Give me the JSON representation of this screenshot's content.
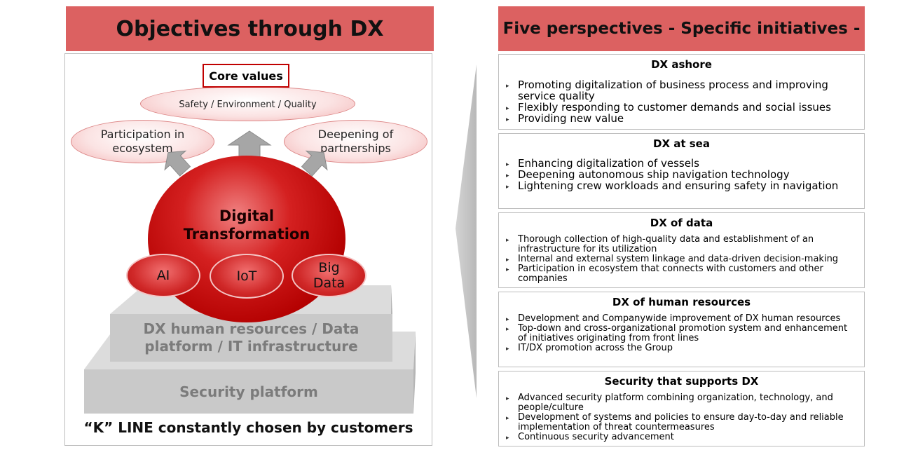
{
  "left": {
    "header": "Objectives through DX",
    "core_values_label": "Core values",
    "core_values_text": "Safety / Environment / Quality",
    "left_ellipse": "Participation in ecosystem",
    "right_ellipse": "Deepening of partnerships",
    "center": "Digital Transformation",
    "technologies": [
      "AI",
      "IoT",
      "Big Data"
    ],
    "upper_platform": "DX human resources / Data platform / IT infrastructure",
    "lower_platform": "Security platform",
    "tagline": "“K” LINE constantly chosen by customers"
  },
  "right": {
    "header": "Five perspectives - Specific initiatives -",
    "perspectives": [
      {
        "title": "DX ashore",
        "items": [
          "Promoting digitalization of business process and improving service quality",
          "Flexibly responding to customer demands and social issues",
          "Providing new value"
        ]
      },
      {
        "title": "DX at sea",
        "items": [
          "Enhancing digitalization of vessels",
          "Deepening autonomous ship navigation technology",
          "Lightening crew workloads and ensuring safety in navigation"
        ]
      },
      {
        "title": "DX of data",
        "items": [
          "Thorough collection of high-quality data and establishment of an infrastructure for its utilization",
          "Internal and external system linkage and data-driven decision-making",
          "Participation in ecosystem that connects with customers and other companies"
        ]
      },
      {
        "title": "DX of human resources",
        "items": [
          "Development and Companywide improvement of DX human resources",
          "Top-down and cross-organizational promotion system and enhancement of initiatives originating from front lines",
          "IT/DX promotion across the Group"
        ]
      },
      {
        "title": "Security that supports DX",
        "items": [
          "Advanced security platform combining organization, technology, and people/culture",
          "Development of systems and policies to ensure day-to-day and reliable implementation of threat countermeasures",
          "Continuous security advancement"
        ]
      }
    ]
  }
}
